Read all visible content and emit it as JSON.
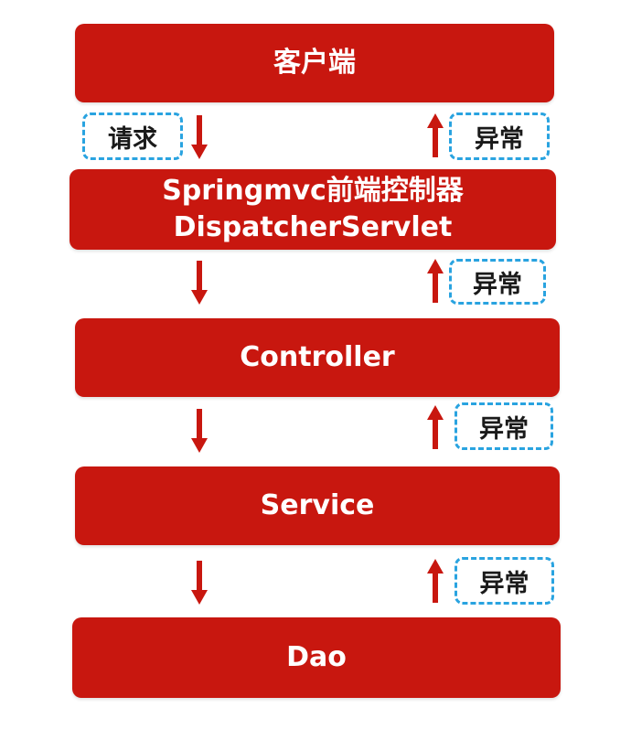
{
  "colors": {
    "layer_fill": "#c8170f",
    "layer_text": "#ffffff",
    "tag_border": "#29a3e0",
    "tag_text": "#1a1a1a",
    "arrow": "#c8170f"
  },
  "layers": {
    "client": "客户端",
    "dispatcher_line1": "Springmvc前端控制器",
    "dispatcher_line2": "DispatcherServlet",
    "controller": "Controller",
    "service": "Service",
    "dao": "Dao"
  },
  "tags": {
    "request": "请求",
    "exception_1": "异常",
    "exception_2": "异常",
    "exception_3": "异常",
    "exception_4": "异常"
  },
  "icons": {
    "down": "arrow-down-icon",
    "up": "arrow-up-icon"
  }
}
